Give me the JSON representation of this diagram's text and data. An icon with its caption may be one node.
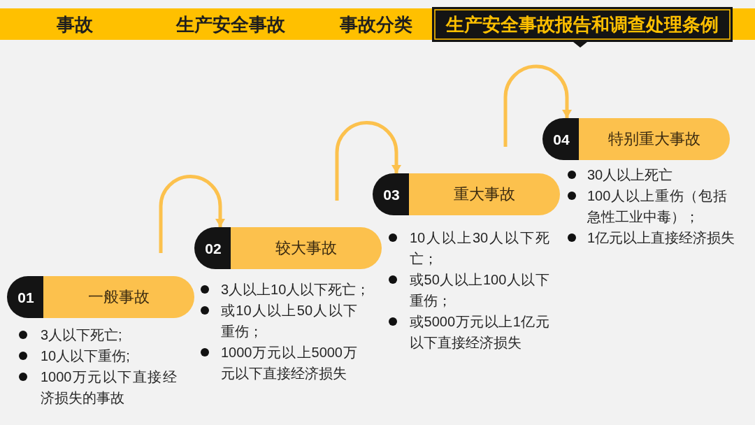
{
  "diagram": {
    "nodes": [
      {
        "text": [
          "事故",
          "生产安全事故",
          "事故分类"
        ]
      },
      {
        "text": [
          "生产安全事故报告和调查处理条例"
        ]
      },
      {
        "text": [
          "01",
          "一般事故"
        ],
        "beside": [
          "3人以下死亡;",
          "10人以下重伤;",
          "1000万元以下直接经济损失的事故"
        ]
      },
      {
        "text": [
          "02",
          "较大事故"
        ],
        "beside": [
          "3人以上10人以下死亡；",
          "或10人以上50人以下重伤；",
          "1000万元以上5000万元以下直接经济损失"
        ]
      },
      {
        "text": [
          "03",
          "重大事故"
        ],
        "beside": [
          "10人以上30人以下死亡；",
          "或50人以上100人以下重伤；",
          "或5000万元以上1亿元以下直接经济损失"
        ]
      },
      {
        "text": [
          "04",
          "特别重大事故"
        ],
        "beside": [
          "30人以上死亡",
          "100人以上重伤（包括急性工业中毒）；",
          "1亿元以上直接经济损失"
        ]
      }
    ],
    "edges": [
      {
        "from": null,
        "to": 3,
        "arrow": "to"
      },
      {
        "from": null,
        "to": 4,
        "arrow": "to"
      },
      {
        "from": null,
        "to": 5,
        "arrow": "to"
      }
    ]
  }
}
